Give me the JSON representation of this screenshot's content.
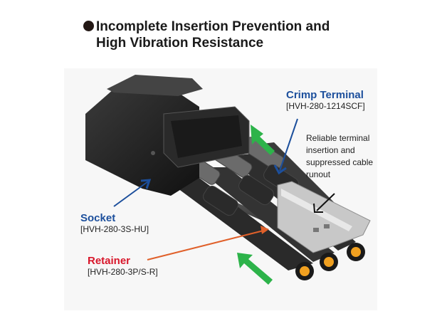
{
  "title": {
    "bullet": "filled-circle",
    "line1": "Incomplete Insertion Prevention and",
    "line2": "High Vibration Resistance"
  },
  "labels": {
    "crimp_terminal": {
      "name": "Crimp Terminal",
      "part_number": "[HVH-280-1214SCF]",
      "color": "#1c4f9c"
    },
    "socket": {
      "name": "Socket",
      "part_number": "[HVH-280-3S-HU]",
      "color": "#1c4f9c"
    },
    "retainer": {
      "name": "Retainer",
      "part_number": "[HVH-280-3P/S-R]",
      "color": "#d8162a"
    },
    "note": {
      "line1": "Reliable terminal",
      "line2": "insertion and",
      "line3": "suppressed cable",
      "line4": "runout"
    }
  },
  "colors": {
    "arrow_blue": "#1c4f9c",
    "arrow_orange": "#e0602a",
    "arrow_green": "#2db34a",
    "connector_body": "#1e1e1e",
    "retainer_gray": "#bdbdbd",
    "cable_end_orange": "#f0a020"
  }
}
